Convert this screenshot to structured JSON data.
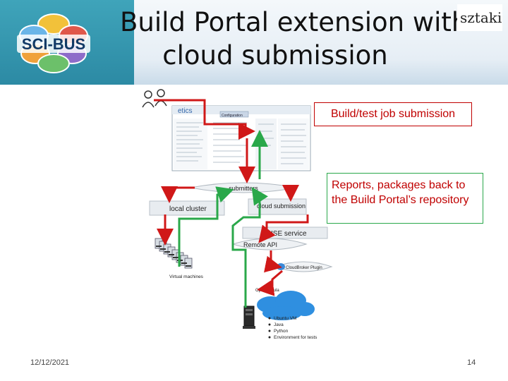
{
  "header": {
    "logo_text": "SCI-BUS",
    "title_line1": "Build Portal extension with",
    "title_line2": "cloud submission",
    "corner_logo": "sztaki"
  },
  "screenshot": {
    "corner_text": "etics",
    "tab_label": "Configuration"
  },
  "diagram_labels": {
    "submitters": "submitters",
    "local_cluster": "local cluster",
    "cloud_submission": "cloud submission",
    "guse_service": "gUSE service",
    "remote_api": "Remote API",
    "cloudbroker": "CloudBroker Plugin",
    "virtual_machines": "Virtual machines",
    "opennebula": "OpenNebula",
    "env_items": [
      "Ubuntu VM",
      "Java",
      "Python",
      "Environment for tests"
    ]
  },
  "callouts": {
    "build_test": "Build/test job  submission",
    "reports": "Reports, packages back to the Build Portal’s repository"
  },
  "colors": {
    "send_arrow": "#d01818",
    "return_arrow": "#2aa84a",
    "header_band": "#2c8aa4"
  },
  "footer": {
    "date": "12/12/2021",
    "page": "14"
  }
}
